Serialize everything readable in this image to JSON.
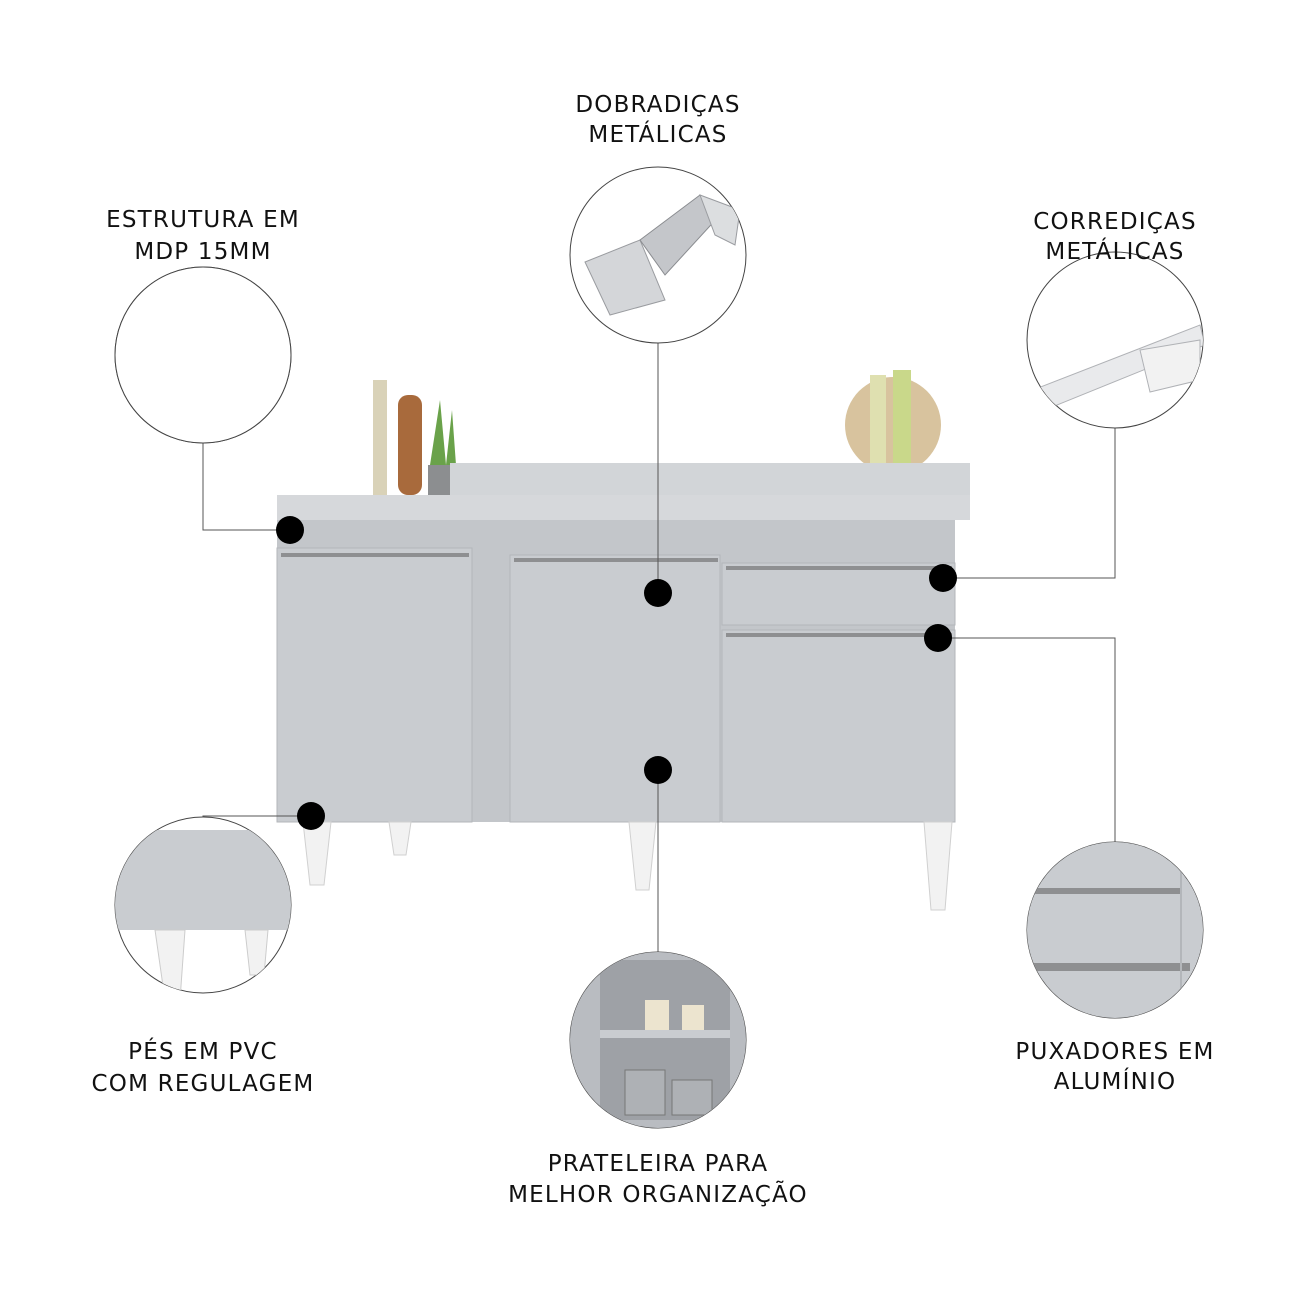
{
  "features": [
    {
      "id": "estrutura",
      "line1": "ESTRUTURA EM",
      "line2": "MDP 15MM"
    },
    {
      "id": "dobradicas",
      "line1": "DOBRADIÇAS",
      "line2": "METÁLICAS"
    },
    {
      "id": "corredicas",
      "line1": "CORREDIÇAS",
      "line2": "METÁLICAS"
    },
    {
      "id": "pes",
      "line1": "PÉS EM PVC",
      "line2": "COM REGULAGEM"
    },
    {
      "id": "prateleira",
      "line1": "PRATELEIRA PARA",
      "line2": "MELHOR ORGANIZAÇÃO"
    },
    {
      "id": "puxadores",
      "line1": "PUXADORES EM",
      "line2": "ALUMÍNIO"
    }
  ],
  "colors": {
    "cabinet": "#c9ccd0",
    "cabinet_dark": "#b9bcc1",
    "handle": "#8e8f91",
    "leg": "#f2f2f2",
    "dot": "#000000"
  }
}
